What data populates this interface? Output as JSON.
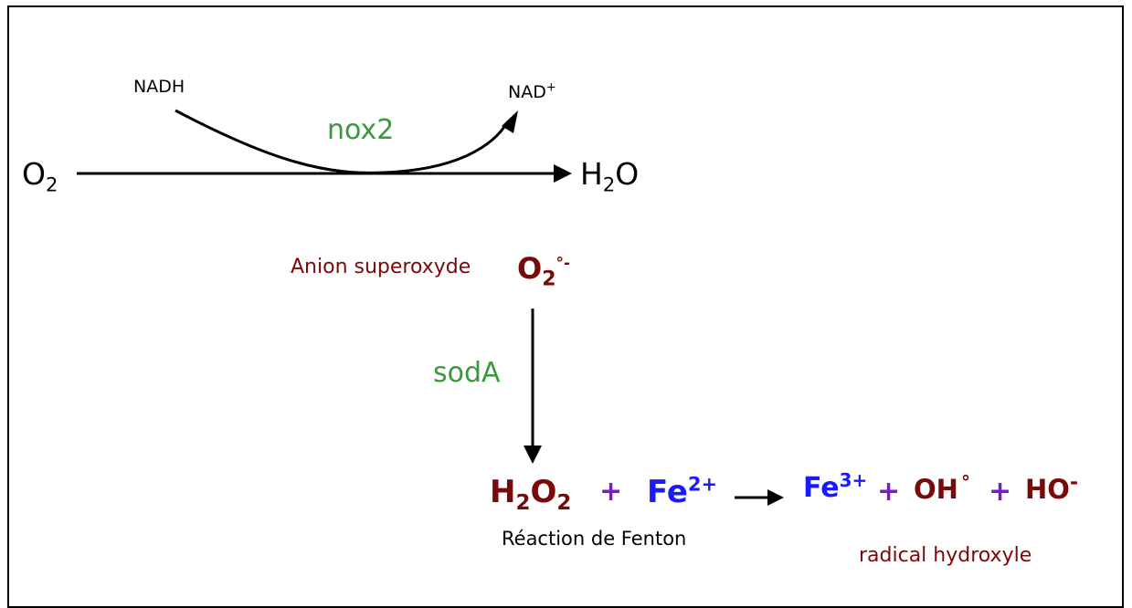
{
  "colors": {
    "black": "#000000",
    "green": "#3a9a3a",
    "darkred": "#7a0a0a",
    "blue": "#1a1aff",
    "purple": "#7a1acc"
  },
  "top": {
    "nadh": "NADH",
    "nad_base": "NAD",
    "nad_charge": "+",
    "enzyme": "nox2",
    "o2_base": "O",
    "o2_sub": "2",
    "h2o_h": "H",
    "h2o_sub": "2",
    "h2o_o": "O"
  },
  "superoxide": {
    "label": "Anion superoxyde",
    "base": "O",
    "sub": "2",
    "sup": "°-"
  },
  "soda": {
    "enzyme": "sodA"
  },
  "fenton": {
    "h": "H",
    "h_sub": "2",
    "o": "O",
    "o_sub": "2",
    "plus1": "+",
    "fe2_base": "Fe",
    "fe2_sup": "2+",
    "fe3_base": "Fe",
    "fe3_sup": "3+",
    "plus2": "+",
    "oh": "OH",
    "oh_sup": "°",
    "plus3": "+",
    "ho": "HO",
    "ho_sup": "-",
    "label": "Réaction de Fenton"
  },
  "radical": {
    "label": "radical hydroxyle"
  }
}
